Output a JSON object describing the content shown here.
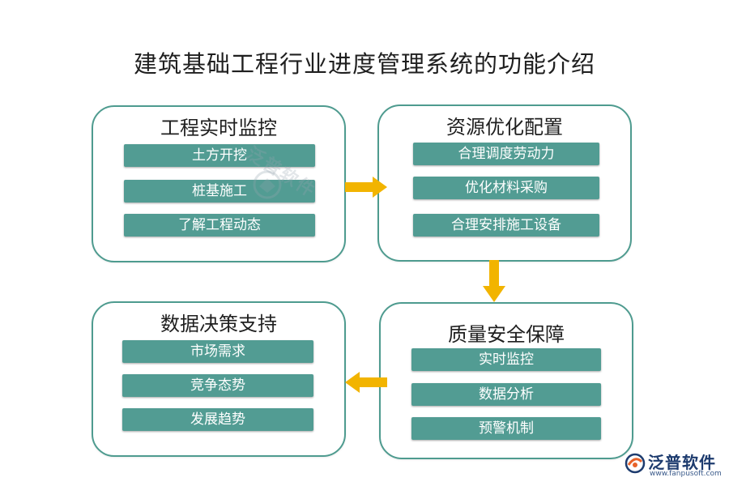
{
  "title": "建筑基础工程行业进度管理系统的功能介绍",
  "panels": [
    {
      "title": "工程实时监控",
      "items": [
        "土方开挖",
        "桩基施工",
        "了解工程动态"
      ]
    },
    {
      "title": "资源优化配置",
      "items": [
        "合理调度劳动力",
        "优化材料采购",
        "合理安排施工设备"
      ]
    },
    {
      "title": "质量安全保障",
      "items": [
        "实时监控",
        "数据分析",
        "预警机制"
      ]
    },
    {
      "title": "数据决策支持",
      "items": [
        "市场需求",
        "竞争态势",
        "发展趋势"
      ]
    }
  ],
  "watermark": "泛普软件",
  "logo": {
    "name": "泛普软件",
    "url": "www.fanpusoft.com"
  },
  "colors": {
    "accent": "#529c93",
    "border": "#4e9b8f",
    "arrow": "#f2b400"
  },
  "icons": [
    "arrow-right-icon",
    "arrow-down-icon",
    "arrow-left-icon",
    "fanpu-logo-icon"
  ]
}
